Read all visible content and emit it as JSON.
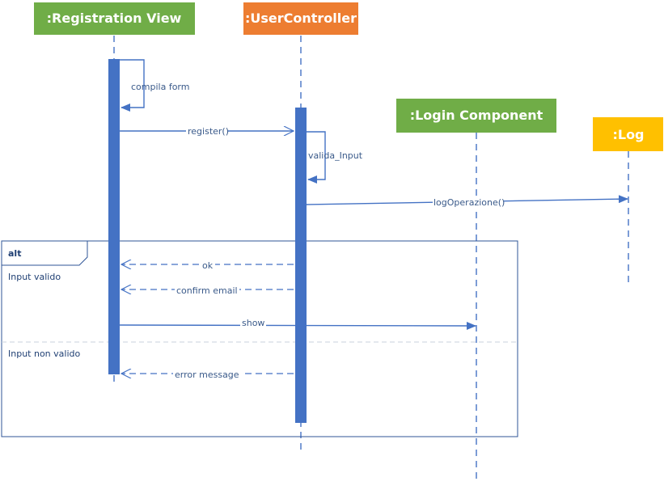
{
  "participants": [
    {
      "name": ":Registration View",
      "color": "#70ad47"
    },
    {
      "name": ":UserController",
      "color": "#ed7d31"
    },
    {
      "name": ":Login Component",
      "color": "#70ad47"
    },
    {
      "name": ":Log",
      "color": "#ffc000"
    }
  ],
  "colors": {
    "line": "#4472c4",
    "activation": "#4472c4",
    "frame": "#2f5597",
    "label": "#3a5a8a"
  },
  "messages": {
    "self1": "compila form",
    "register": "register()",
    "self2": "valida_Input",
    "log": "logOperazione()",
    "ok": "ok",
    "confirm": "confirm email",
    "show": "show",
    "error": "error message"
  },
  "frame": {
    "operator": "alt",
    "guard1": "Input valido",
    "guard2": "Input non valido"
  }
}
